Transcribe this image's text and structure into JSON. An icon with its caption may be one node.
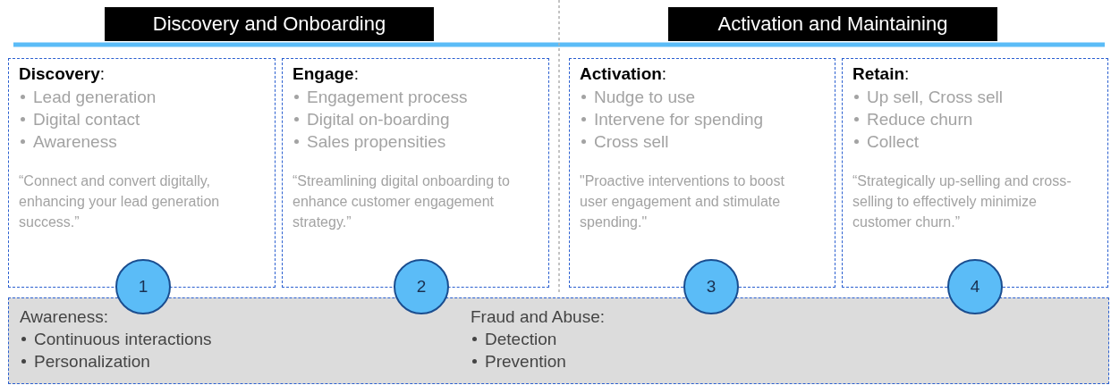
{
  "diagram": {
    "nodes": [
      {
        "text": [
          "Discovery and Onboarding"
        ]
      },
      {
        "text": [
          "Activation and Maintaining"
        ]
      },
      {
        "text": [
          "**Discovery**:",
          "Lead generation",
          "Digital contact",
          "Awareness",
          "“Connect and convert digitally, enhancing your lead generation success.”"
        ]
      },
      {
        "text": [
          "**Engage**:",
          "Engagement process",
          "Digital on-boarding",
          "Sales propensities",
          "“Streamlining digital onboarding to enhance customer engagement strategy.”"
        ]
      },
      {
        "text": [
          "**Activation**:",
          "Nudge to use",
          "Intervene for spending",
          "Cross sell",
          "\"Proactive interventions to boost user engagement and stimulate spending.\""
        ]
      },
      {
        "text": [
          "**Retain**:",
          "Up sell, Cross sell",
          "Reduce churn",
          "Collect",
          "“Strategically up-selling and cross-selling to effectively minimize customer churn.”"
        ]
      },
      {
        "text": [
          "1"
        ]
      },
      {
        "text": [
          "2"
        ]
      },
      {
        "text": [
          "3"
        ]
      },
      {
        "text": [
          "4"
        ]
      },
      {
        "text": [
          "Awareness:",
          "Continuous interactions",
          "Personalization",
          "Fraud and Abuse:",
          "Detection",
          "Prevention"
        ]
      }
    ]
  }
}
